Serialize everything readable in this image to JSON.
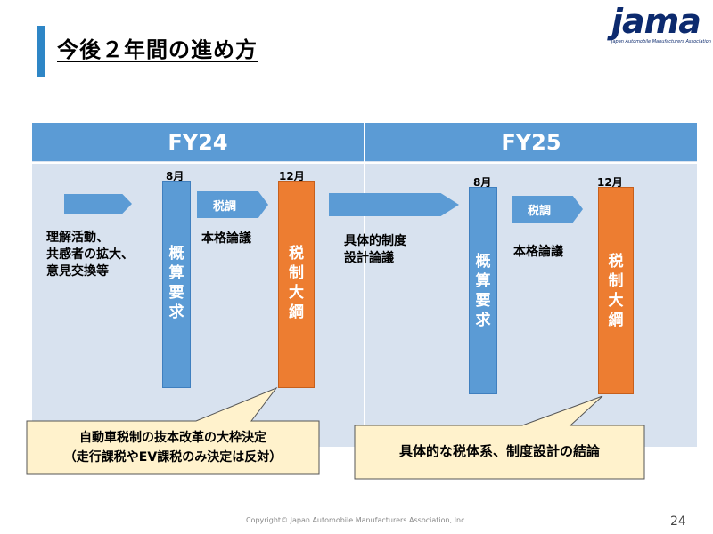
{
  "slide": {
    "title": "今後２年間の進め方",
    "logo_text": "jama",
    "logo_sub": "Japan Automobile Manufacturers Association",
    "fy24": "FY24",
    "fy25": "FY25",
    "fy24_activities": [
      "理解活動、",
      "共感者の拡大、",
      "意見交換等"
    ],
    "fy24_month1": "8月",
    "fy24_bar1": [
      "概",
      "算",
      "要",
      "求"
    ],
    "fy24_arrow2": "税調",
    "fy24_label2": "本格論議",
    "fy24_month2": "12月",
    "fy24_bar2": [
      "税",
      "制",
      "大",
      "綱"
    ],
    "fy25_label1": [
      "具体的制度",
      "設計論議"
    ],
    "fy25_month1": "8月",
    "fy25_bar1": [
      "概",
      "算",
      "要",
      "求"
    ],
    "fy25_arrow2": "税調",
    "fy25_label2": "本格論議",
    "fy25_month2": "12月",
    "fy25_bar2": [
      "税",
      "制",
      "大",
      "綱"
    ],
    "callout1": [
      "自動車税制の抜本改革の大枠決定",
      "（走行課税やEV課税のみ決定は反対）"
    ],
    "callout2": "具体的な税体系、制度設計の結論",
    "colors": {
      "blue": "#5b9bd5",
      "orange": "#ed7d31",
      "callout_fill": "#fff2cc",
      "callout_border": "#555555"
    },
    "copyright": "Copyright© Japan Automobile Manufacturers Association, Inc.",
    "page_number": "24"
  }
}
